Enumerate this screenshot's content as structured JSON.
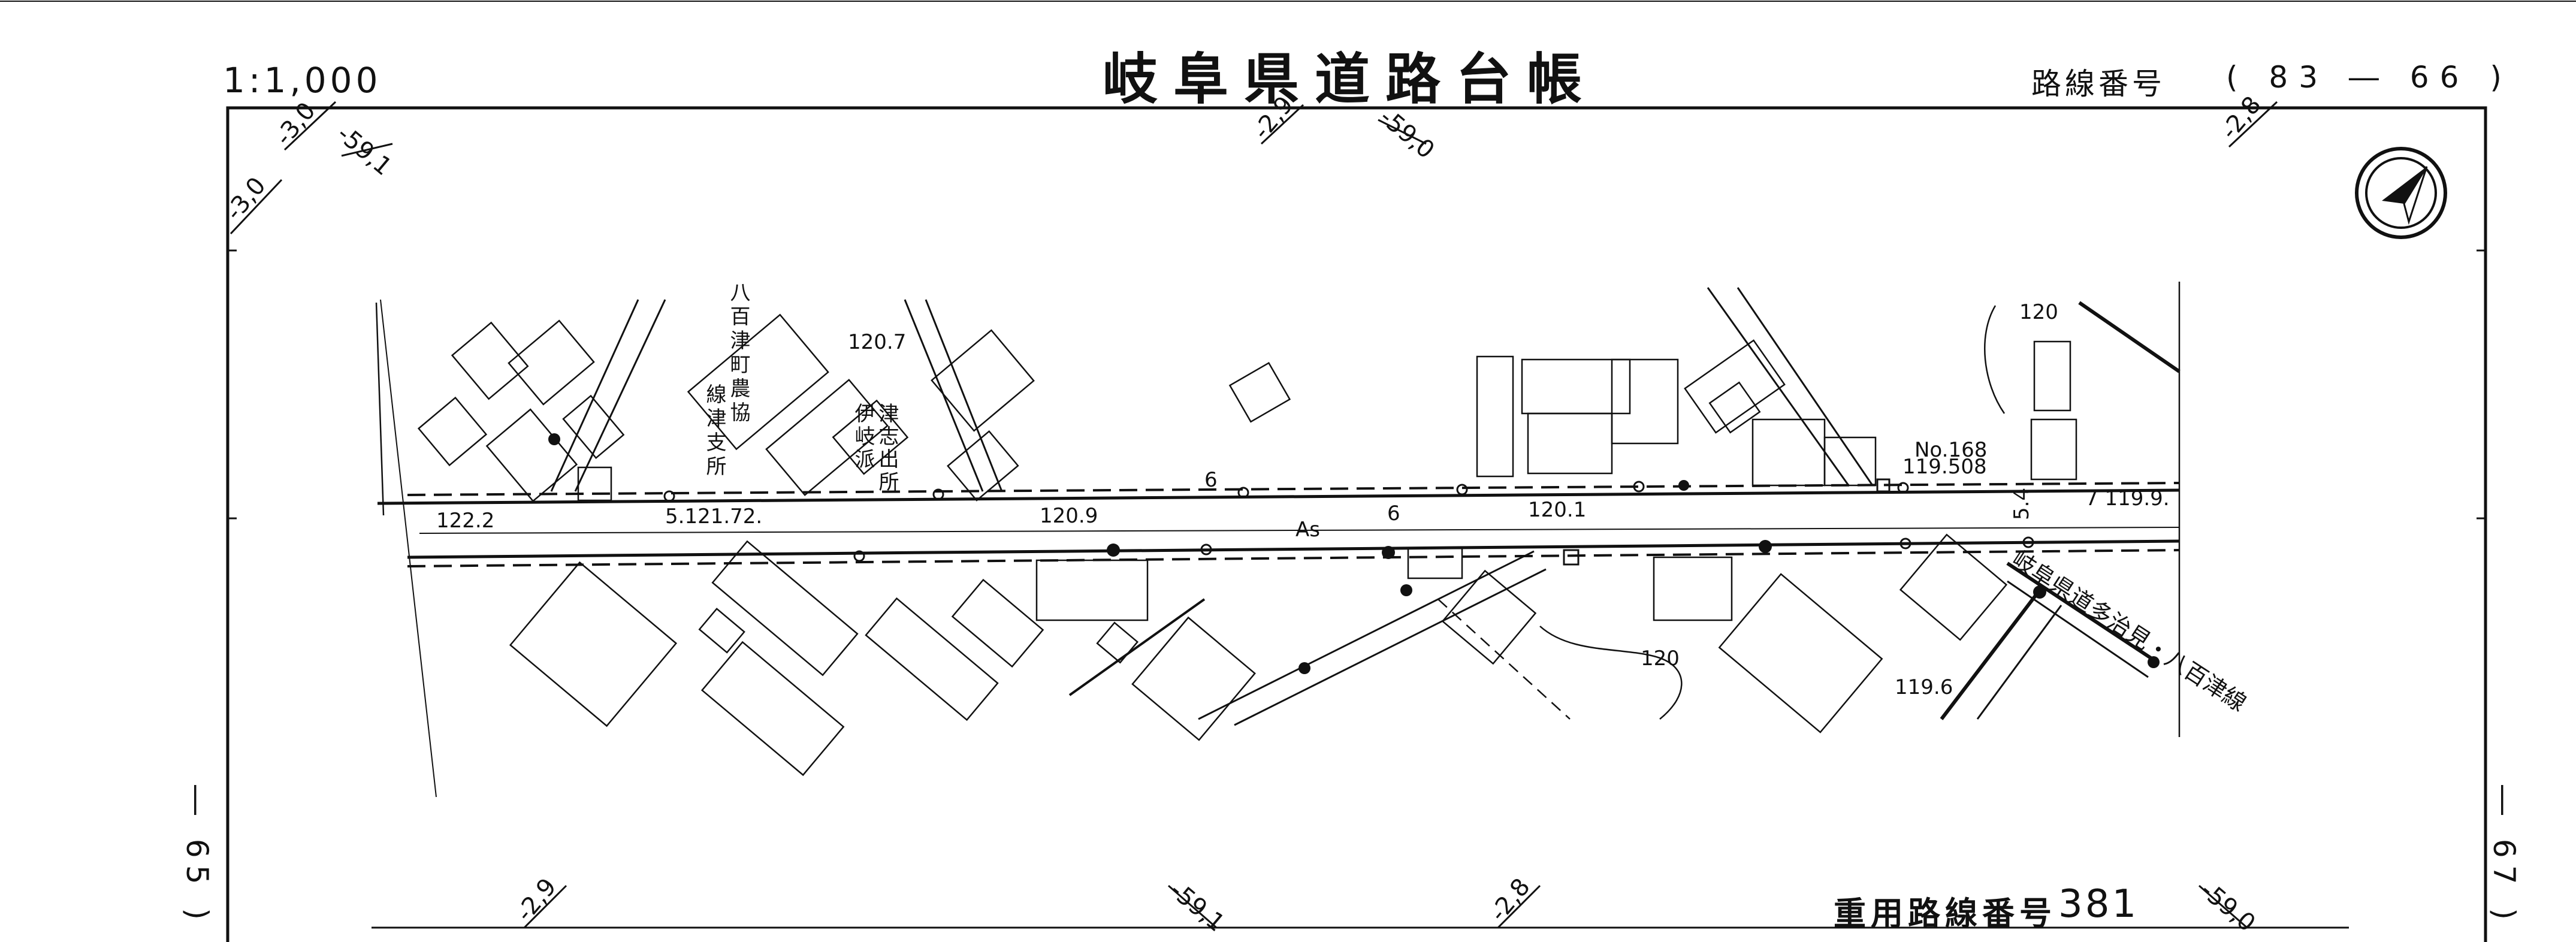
{
  "header": {
    "title": "岐阜県道路台帳",
    "scale": "1:1,000",
    "route_label": "路線番号",
    "route_value": "( 83 ― 66 )"
  },
  "footer": {
    "shared_label": "重用路線番号",
    "shared_value": "381"
  },
  "sheets": {
    "left": "― 65 )",
    "right": "― 67 )"
  },
  "grid_labels": {
    "top1": "-3,0",
    "top2": "-3,0",
    "top3": "-59,1",
    "top4": "-2,9",
    "top5": "-59,0",
    "top6": "-2,8",
    "bottom1": "-2,9",
    "bottom2": "-59,1",
    "bottom3": "-2,8",
    "bottom4": "-59,0"
  },
  "map_labels": {
    "nokyo": "八百津町農協",
    "nokyo2": "線津支所",
    "police": "伊岐派",
    "police2": "津志出所",
    "no168": "No.168",
    "bm": "119.508",
    "elev_1207": "120.7",
    "elev_1222": "122.2",
    "elev_12172": "5.121.72.",
    "elev_1209": "120.9",
    "elev_1201": "120.1",
    "elev_1199": "7 119.9.",
    "elev_120a": "120",
    "elev_120b": "120",
    "elev_1196": "119.6",
    "as_label": "As",
    "w6a": "6",
    "w6b": "6",
    "w54": "5.4",
    "prefroad": "岐阜県道多治見・八百津線"
  },
  "compass": {
    "icon": "north-arrow-icon"
  }
}
